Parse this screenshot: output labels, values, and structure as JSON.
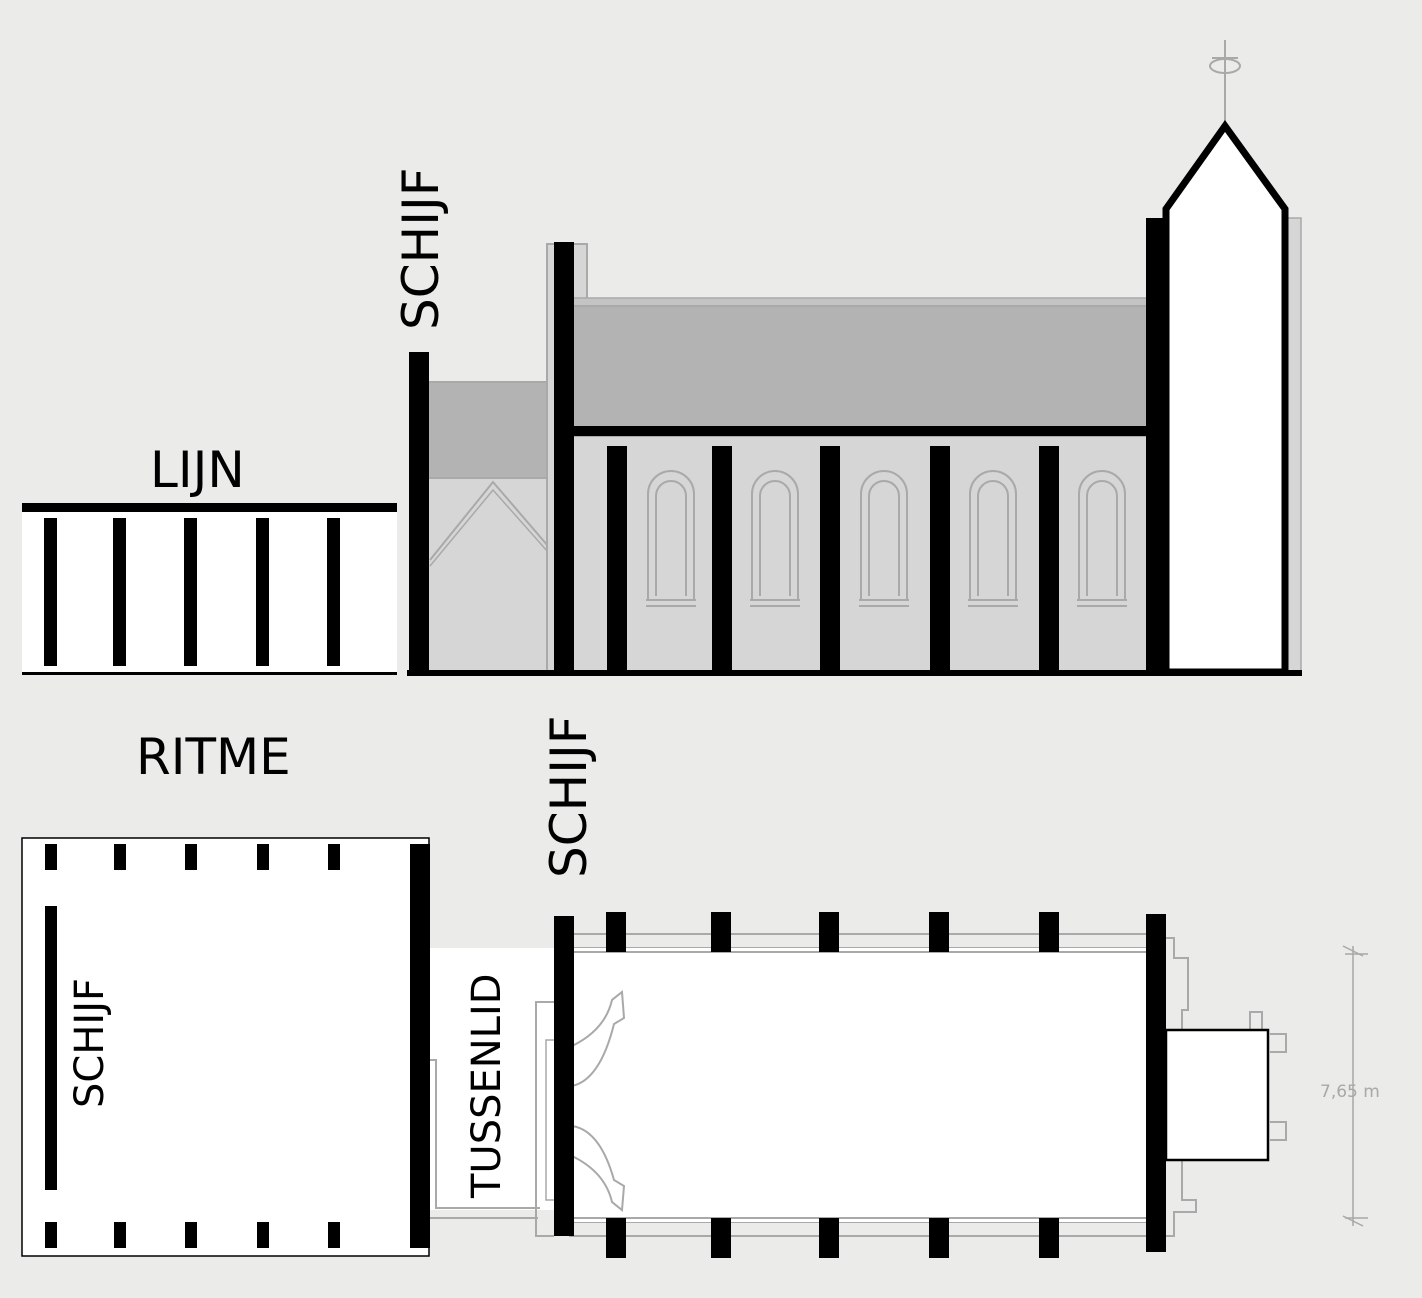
{
  "labels": {
    "lijn": "LIJN",
    "ritme": "RITME",
    "schijf_elevation": "SCHIJF",
    "schijf_plan_top": "SCHIJF",
    "schijf_plan_left": "SCHIJF",
    "tussenlid": "TUSSENLID",
    "dimension": "7,65 m"
  },
  "colors": {
    "background": "#ebebe9",
    "wall": "#d6d6d6",
    "roof": "#b3b3b3",
    "outline": "#a9a9a9",
    "bar": "#000000",
    "tower": "#ffffff"
  }
}
